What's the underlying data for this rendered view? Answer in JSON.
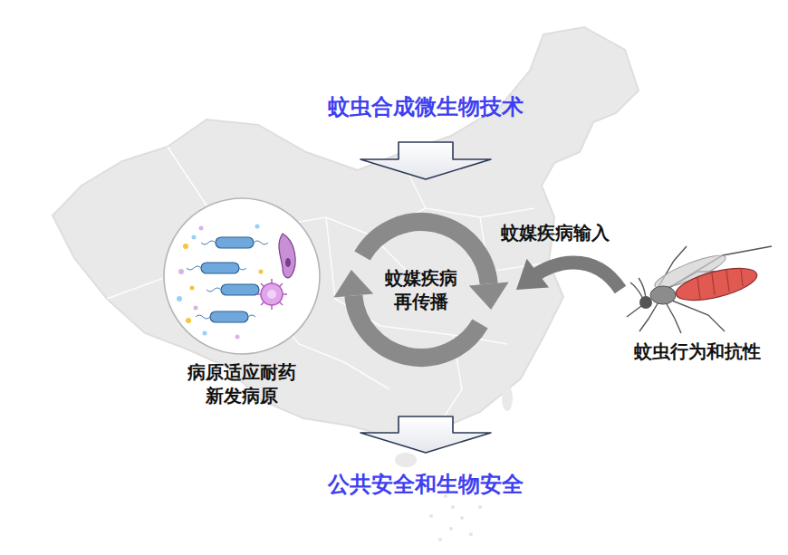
{
  "diagram": {
    "nodes": [
      {
        "text": [
          "病原适应耐药 新发病原"
        ]
      },
      {
        "text": [
          "蚊媒疾病 再传播"
        ]
      },
      {
        "text": [
          "蚊虫行为和抗性"
        ]
      }
    ],
    "edges": [
      {
        "from": 2,
        "to": 1,
        "arrow": "to",
        "label": "蚊媒疾病输入"
      }
    ],
    "labels": [
      "蚊虫合成微生物技术",
      "公共安全和生物安全"
    ]
  }
}
